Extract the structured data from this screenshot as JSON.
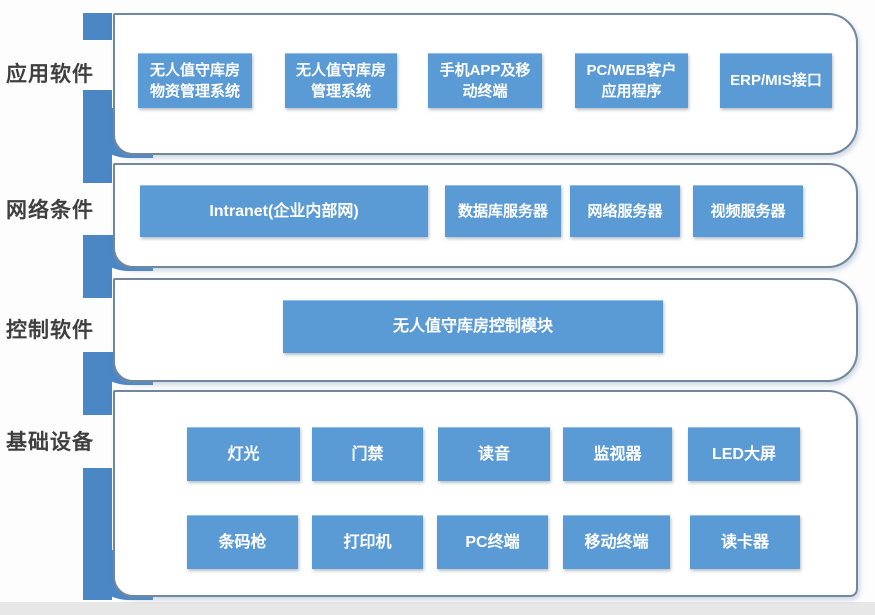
{
  "colors": {
    "node_blue": "#5b9bd5",
    "bar_blue": "#4b87c5",
    "panel_border": "#72879c",
    "label_text": "#3f3f3f",
    "node_text": "#ffffff"
  },
  "layers": [
    {
      "label": "应用软件",
      "boxes": [
        "无人值守库房\n物资管理系统",
        "无人值守库房\n管理系统",
        "手机APP及移\n动终端",
        "PC/WEB客户\n应用程序",
        "ERP/MIS接口"
      ]
    },
    {
      "label": "网络条件",
      "boxes": [
        "Intranet(企业内部网)",
        "数据库服务器",
        "网络服务器",
        "视频服务器"
      ]
    },
    {
      "label": "控制软件",
      "boxes": [
        "无人值守库房控制模块"
      ]
    },
    {
      "label": "基础设备",
      "boxes": [
        "灯光",
        "门禁",
        "读音",
        "监视器",
        "LED大屏",
        "条码枪",
        "打印机",
        "PC终端",
        "移动终端",
        "读卡器"
      ]
    }
  ]
}
